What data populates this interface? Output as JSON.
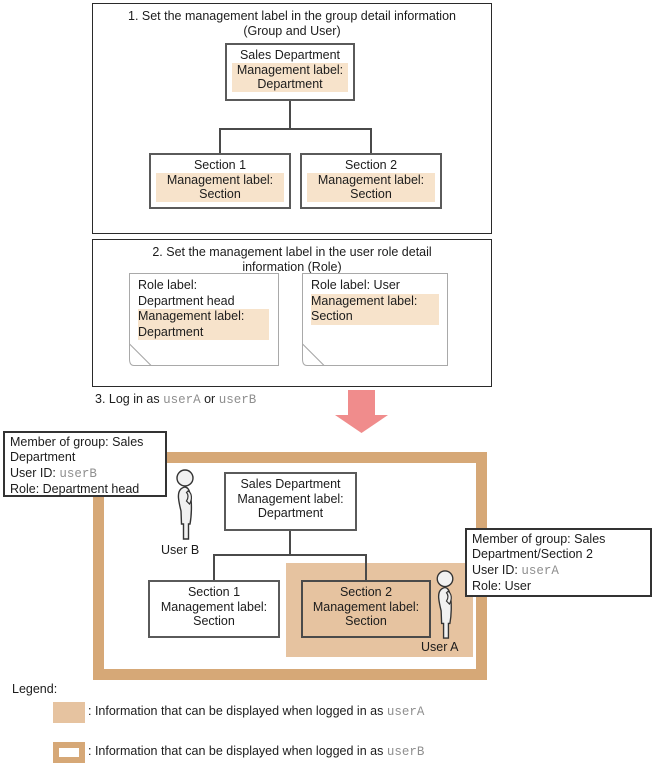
{
  "colors": {
    "highlight_light": "#F7E3CB",
    "fill_tan": "#E6C3A0",
    "border_tan": "#D6A877",
    "arrow_pink": "#F08C8C",
    "mono_gray": "#8f8f8f"
  },
  "box1": {
    "title_line1": "1. Set the management label in the group detail information",
    "title_line2": "(Group and User)",
    "sales": {
      "title": "Sales Department",
      "label1": "Management label:",
      "label2": "Department"
    },
    "section1": {
      "title": "Section 1",
      "label1": "Management label:",
      "label2": "Section"
    },
    "section2": {
      "title": "Section 2",
      "label1": "Management label:",
      "label2": "Section"
    }
  },
  "box2": {
    "title_line1": "2. Set the management label in the user role detail",
    "title_line2": "information (Role)",
    "note1": {
      "line1": "Role label:",
      "line2": "Department head",
      "hl1": "Management label:",
      "hl2": "Department"
    },
    "note2": {
      "line1": "Role label: User",
      "hl1": "Management label:",
      "hl2": "Section"
    }
  },
  "step3": {
    "prefix": "3. Log in as ",
    "user_a": "userA",
    "or": " or ",
    "user_b": "userB"
  },
  "bottom": {
    "sales": {
      "title": "Sales Department",
      "label1": "Management label:",
      "label2": "Department"
    },
    "section1": {
      "title": "Section 1",
      "label1": "Management label:",
      "label2": "Section"
    },
    "section2": {
      "title": "Section 2",
      "label1": "Management label:",
      "label2": "Section"
    },
    "user_b_label": "User B",
    "user_a_label": "User A",
    "callout_b": {
      "line1": "Member of group: Sales",
      "line2": "Department",
      "id_label": "User ID: ",
      "id_value": "userB",
      "role_line": "Role: Department head"
    },
    "callout_a": {
      "line1": "Member of group: Sales",
      "line2": "Department/Section 2",
      "id_label": "User ID: ",
      "id_value": "userA",
      "role_line": "Role: User"
    }
  },
  "legend": {
    "title": "Legend:",
    "entry_a_text": ": Information that can be displayed when logged in as ",
    "entry_a_user": "userA",
    "entry_b_text": ": Information that can be displayed when logged in as ",
    "entry_b_user": "userB"
  }
}
